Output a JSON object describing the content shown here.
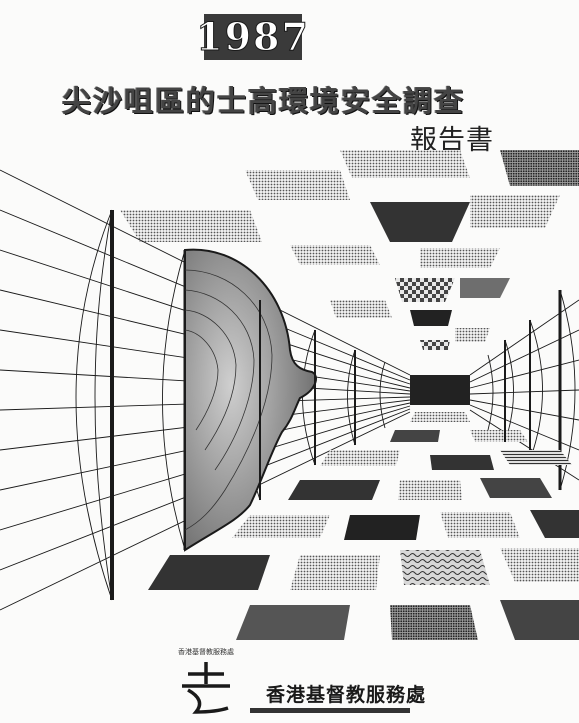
{
  "cover": {
    "year": "1987",
    "title": "尖沙咀區的士高環境安全調查",
    "subtitle": "報告書"
  },
  "publisher": {
    "logo_text": "香港基督教服務處",
    "logo_ring_text": "香港基督教服務處",
    "name": "香港基督教服務處"
  },
  "colors": {
    "ink": "#1a1a1a",
    "badge": "#3a3a3a",
    "paper": "#fbfbfa"
  }
}
